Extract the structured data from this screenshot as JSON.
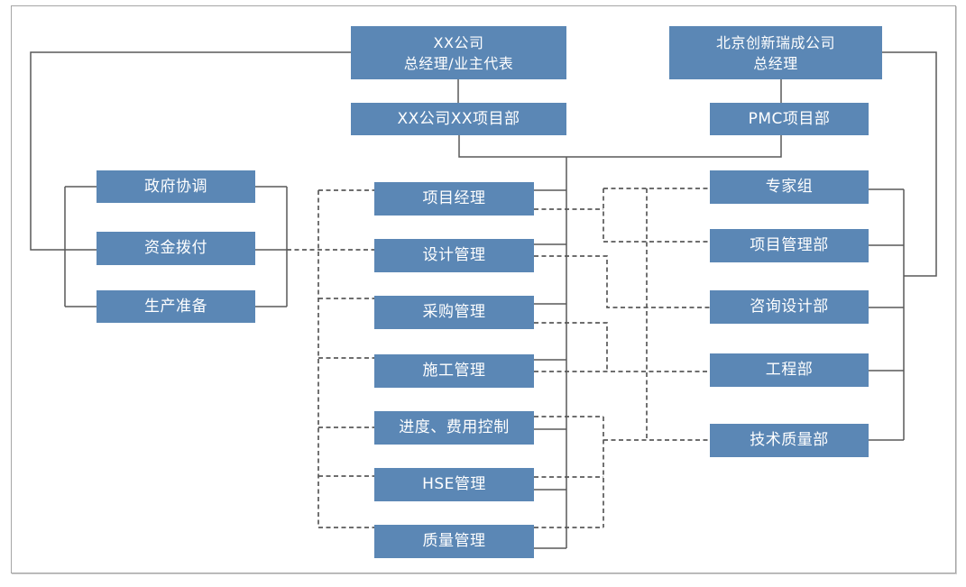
{
  "diagram": {
    "colors": {
      "node_fill": "#5b87b5",
      "node_text": "#ffffff",
      "line": "#595959",
      "frame_border": "#a6a6a6",
      "background": "#ffffff"
    },
    "nodes": [
      {
        "id": "owner-gm",
        "lines": [
          "XX公司",
          "总经理/业主代表"
        ]
      },
      {
        "id": "owner-project-dept",
        "lines": [
          "XX公司XX项目部"
        ]
      },
      {
        "id": "pmc-company-gm",
        "lines": [
          "北京创新瑞成公司",
          "总经理"
        ]
      },
      {
        "id": "pmc-project-dept",
        "lines": [
          "PMC项目部"
        ]
      },
      {
        "id": "gov-coordination",
        "lines": [
          "政府协调"
        ]
      },
      {
        "id": "fund-allocation",
        "lines": [
          "资金拨付"
        ]
      },
      {
        "id": "production-preparation",
        "lines": [
          "生产准备"
        ]
      },
      {
        "id": "project-manager",
        "lines": [
          "项目经理"
        ]
      },
      {
        "id": "design-management",
        "lines": [
          "设计管理"
        ]
      },
      {
        "id": "procurement-management",
        "lines": [
          "采购管理"
        ]
      },
      {
        "id": "construction-management",
        "lines": [
          "施工管理"
        ]
      },
      {
        "id": "schedule-cost-control",
        "lines": [
          "进度、费用控制"
        ]
      },
      {
        "id": "hse-management",
        "lines": [
          "HSE管理"
        ]
      },
      {
        "id": "quality-management",
        "lines": [
          "质量管理"
        ]
      },
      {
        "id": "expert-group",
        "lines": [
          "专家组"
        ]
      },
      {
        "id": "project-management-dept",
        "lines": [
          "项目管理部"
        ]
      },
      {
        "id": "consulting-design-dept",
        "lines": [
          "咨询设计部"
        ]
      },
      {
        "id": "engineering-dept",
        "lines": [
          "工程部"
        ]
      },
      {
        "id": "tech-quality-dept",
        "lines": [
          "技术质量部"
        ]
      }
    ],
    "edges": [
      {
        "id": "owner-gm-to-owner-project-dept",
        "from": "owner-gm",
        "to": "owner-project-dept",
        "style": "solid"
      },
      {
        "id": "pmc-gm-to-pmc-project-dept",
        "from": "pmc-company-gm",
        "to": "pmc-project-dept",
        "style": "solid"
      },
      {
        "id": "project-dept-bus",
        "from": "owner-project-dept",
        "to": "pmc-project-dept",
        "style": "solid"
      },
      {
        "id": "bus-to-management-functions",
        "from": "project-dept-bus",
        "to": "management-functions",
        "style": "solid"
      },
      {
        "id": "owner-gm-to-support-group",
        "from": "owner-gm",
        "to": "fund-allocation",
        "style": "solid"
      },
      {
        "id": "support-group-left-link",
        "from": "gov-coordination",
        "to": "production-preparation",
        "style": "solid"
      },
      {
        "id": "support-group-right-link",
        "from": "gov-coordination",
        "to": "production-preparation",
        "style": "solid"
      },
      {
        "id": "pmc-gm-to-departments",
        "from": "pmc-company-gm",
        "to": "pmc-departments-link",
        "style": "solid"
      },
      {
        "id": "pmc-departments-link",
        "from": "expert-group",
        "to": "tech-quality-dept",
        "style": "solid"
      },
      {
        "id": "support-to-functions",
        "from": "fund-allocation",
        "to": "management-functions",
        "style": "dashed"
      },
      {
        "id": "pm-to-expert-group",
        "from": "project-manager",
        "to": "expert-group",
        "style": "dashed"
      },
      {
        "id": "pm-to-project-management-dept",
        "from": "project-manager",
        "to": "project-management-dept",
        "style": "dashed"
      },
      {
        "id": "design-to-consulting-design",
        "from": "design-management",
        "to": "consulting-design-dept",
        "style": "dashed"
      },
      {
        "id": "procurement-to-engineering",
        "from": "procurement-management",
        "to": "engineering-dept",
        "style": "dashed"
      },
      {
        "id": "construction-to-engineering",
        "from": "construction-management",
        "to": "engineering-dept",
        "style": "dashed"
      },
      {
        "id": "schedule-cost-to-tech-quality",
        "from": "schedule-cost-control",
        "to": "tech-quality-dept",
        "style": "dashed"
      },
      {
        "id": "hse-to-tech-quality",
        "from": "hse-management",
        "to": "tech-quality-dept",
        "style": "dashed"
      },
      {
        "id": "quality-to-tech-quality",
        "from": "quality-management",
        "to": "tech-quality-dept",
        "style": "dashed"
      },
      {
        "id": "expert-line-to-tech-quality-line",
        "from": "expert-group",
        "to": "tech-quality-dept",
        "style": "dashed"
      }
    ]
  }
}
